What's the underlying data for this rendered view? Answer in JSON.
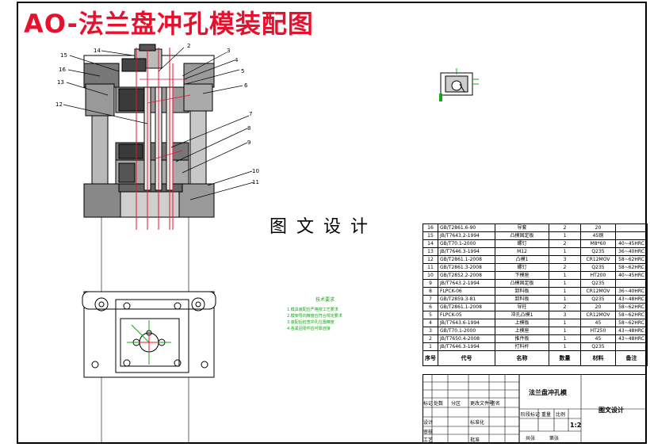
{
  "title": "AO-法兰盘冲孔模装配图",
  "subtitle": "图文设计",
  "colors": {
    "title": "#e8112d",
    "line": "#000000",
    "axis": "#e8112d",
    "leader": "#e8112d",
    "tech": "#19a319",
    "detail": "#19a319"
  },
  "callouts": [
    "15",
    "14",
    "2",
    "3",
    "4",
    "5",
    "6",
    "16",
    "13",
    "12",
    "7",
    "8",
    "9",
    "10",
    "11"
  ],
  "tech_notes": {
    "title": "技术要求",
    "lines": [
      "1.模具装配应严格按工艺要求",
      "2.模架导向精度应符合规定要求",
      "3.装配后检查冲孔位置精度",
      "4.各紧固零件应可靠连接"
    ]
  },
  "bom": {
    "rows": [
      [
        "16",
        "GB/T2861.6-90",
        "导套",
        "2",
        "20",
        ""
      ],
      [
        "15",
        "JB/T7643.2-1994",
        "凸模固定板",
        "1",
        "45钢",
        ""
      ],
      [
        "14",
        "GB/T70.1-2000",
        "螺钉",
        "2",
        "M8*60",
        "40~45HRC"
      ],
      [
        "13",
        "JB/T7646.3-1994",
        "M12",
        "1",
        "Q235",
        "36~40HRC"
      ],
      [
        "12",
        "GB/T2861.1-2008",
        "凸模1",
        "3",
        "CR12MOV",
        "58~62HRC"
      ],
      [
        "11",
        "GB/T2861.3-2008",
        "螺钉",
        "2",
        "Q235",
        "58~62HRC"
      ],
      [
        "10",
        "GB/T2852.2-2008",
        "下模座",
        "1",
        "HT200",
        "40~45HRC"
      ],
      [
        "9",
        "JB/T7643.2-1994",
        "凸模固定板",
        "1",
        "Q235",
        ""
      ],
      [
        "8",
        "FLPCK-06",
        "卸料板",
        "1",
        "CR12MOV",
        "36~40HRC"
      ],
      [
        "7",
        "GB/T2859.3-81",
        "卸料板",
        "1",
        "Q235",
        "43~48HRC"
      ],
      [
        "6",
        "GB/T2861.1-2008",
        "导柱",
        "2",
        "20",
        "58~62HRC"
      ],
      [
        "5",
        "FLPCK-05",
        "冲孔凸模1",
        "3",
        "CR12MOV",
        "58~62HRC"
      ],
      [
        "4",
        "JB/T7643.6-1994",
        "上模板",
        "1",
        "45",
        "58~62HRC"
      ],
      [
        "3",
        "GB/T70.1-2000",
        "上模座",
        "1",
        "HT250",
        "43~48HRC"
      ],
      [
        "2",
        "JB/T7650.4-2008",
        "推件板",
        "1",
        "45",
        "43~48HRC"
      ],
      [
        "1",
        "JB/T7646.3-1994",
        "打料杆",
        "1",
        "Q235",
        ""
      ]
    ],
    "header": [
      "序号",
      "代号",
      "名称",
      "数量",
      "材料",
      "备注"
    ]
  },
  "title_block": {
    "drawing_name": "法兰盘冲孔模",
    "scale": "1:2",
    "company": "图文设计",
    "labels": [
      "标记",
      "处数",
      "分区",
      "更改文件号",
      "签名",
      "设计",
      "标准化",
      "审核",
      "工艺",
      "批准",
      "阶段标记",
      "重量",
      "比例",
      "共张",
      "第张"
    ]
  }
}
